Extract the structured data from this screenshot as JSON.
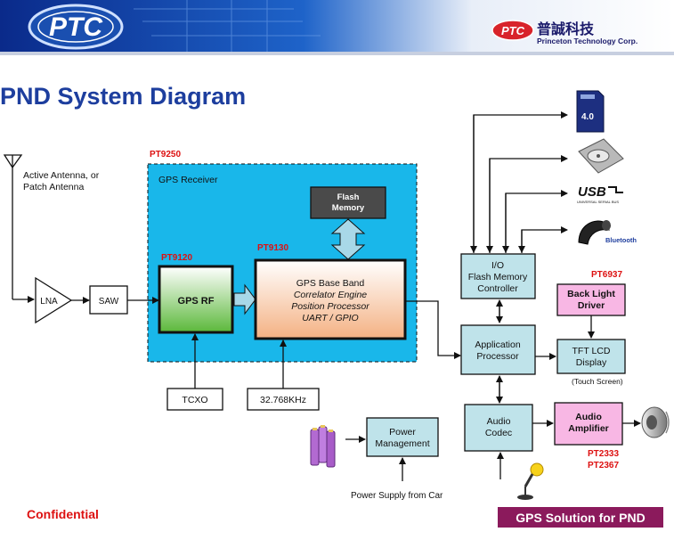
{
  "header": {
    "logo_text": "PTC",
    "company_cn": "普誠科技",
    "company_en": "Princeton Technology Corp."
  },
  "title": "PND System Diagram",
  "footer": {
    "left": "Confidential",
    "right": "GPS Solution for PND"
  },
  "diagram": {
    "antenna_label_1": "Active Antenna, or",
    "antenna_label_2": "Patch Antenna",
    "pt9250": "PT9250",
    "gps_receiver": "GPS Receiver",
    "pt9120": "PT9120",
    "pt9130": "PT9130",
    "lna": "LNA",
    "saw": "SAW",
    "gps_rf": "GPS RF",
    "flash_1": "Flash",
    "flash_2": "Memory",
    "baseband_1": "GPS Base Band",
    "baseband_2": "Correlator Engine",
    "baseband_3": "Position Processor",
    "baseband_4": "UART / GPIO",
    "tcxo": "TCXO",
    "rtc": "32.768KHz",
    "io_1": "I/O",
    "io_2": "Flash Memory",
    "io_3": "Controller",
    "app_1": "Application",
    "app_2": "Processor",
    "codec_1": "Audio",
    "codec_2": "Codec",
    "power_1": "Power",
    "power_2": "Management",
    "power_supply": "Power Supply from Car",
    "pt6937": "PT6937",
    "backlight_1": "Back Light",
    "backlight_2": "Driver",
    "tft_1": "TFT LCD",
    "tft_2": "Display",
    "touch": "(Touch Screen)",
    "amp_1": "Audio",
    "amp_2": "Amplifier",
    "pt2333": "PT2333",
    "pt2367": "PT2367",
    "sd_label": "4.0",
    "usb_label": "USB",
    "usb_sub": "UNIVERSAL SERIAL BUS",
    "bt_label": "Bluetooth"
  }
}
